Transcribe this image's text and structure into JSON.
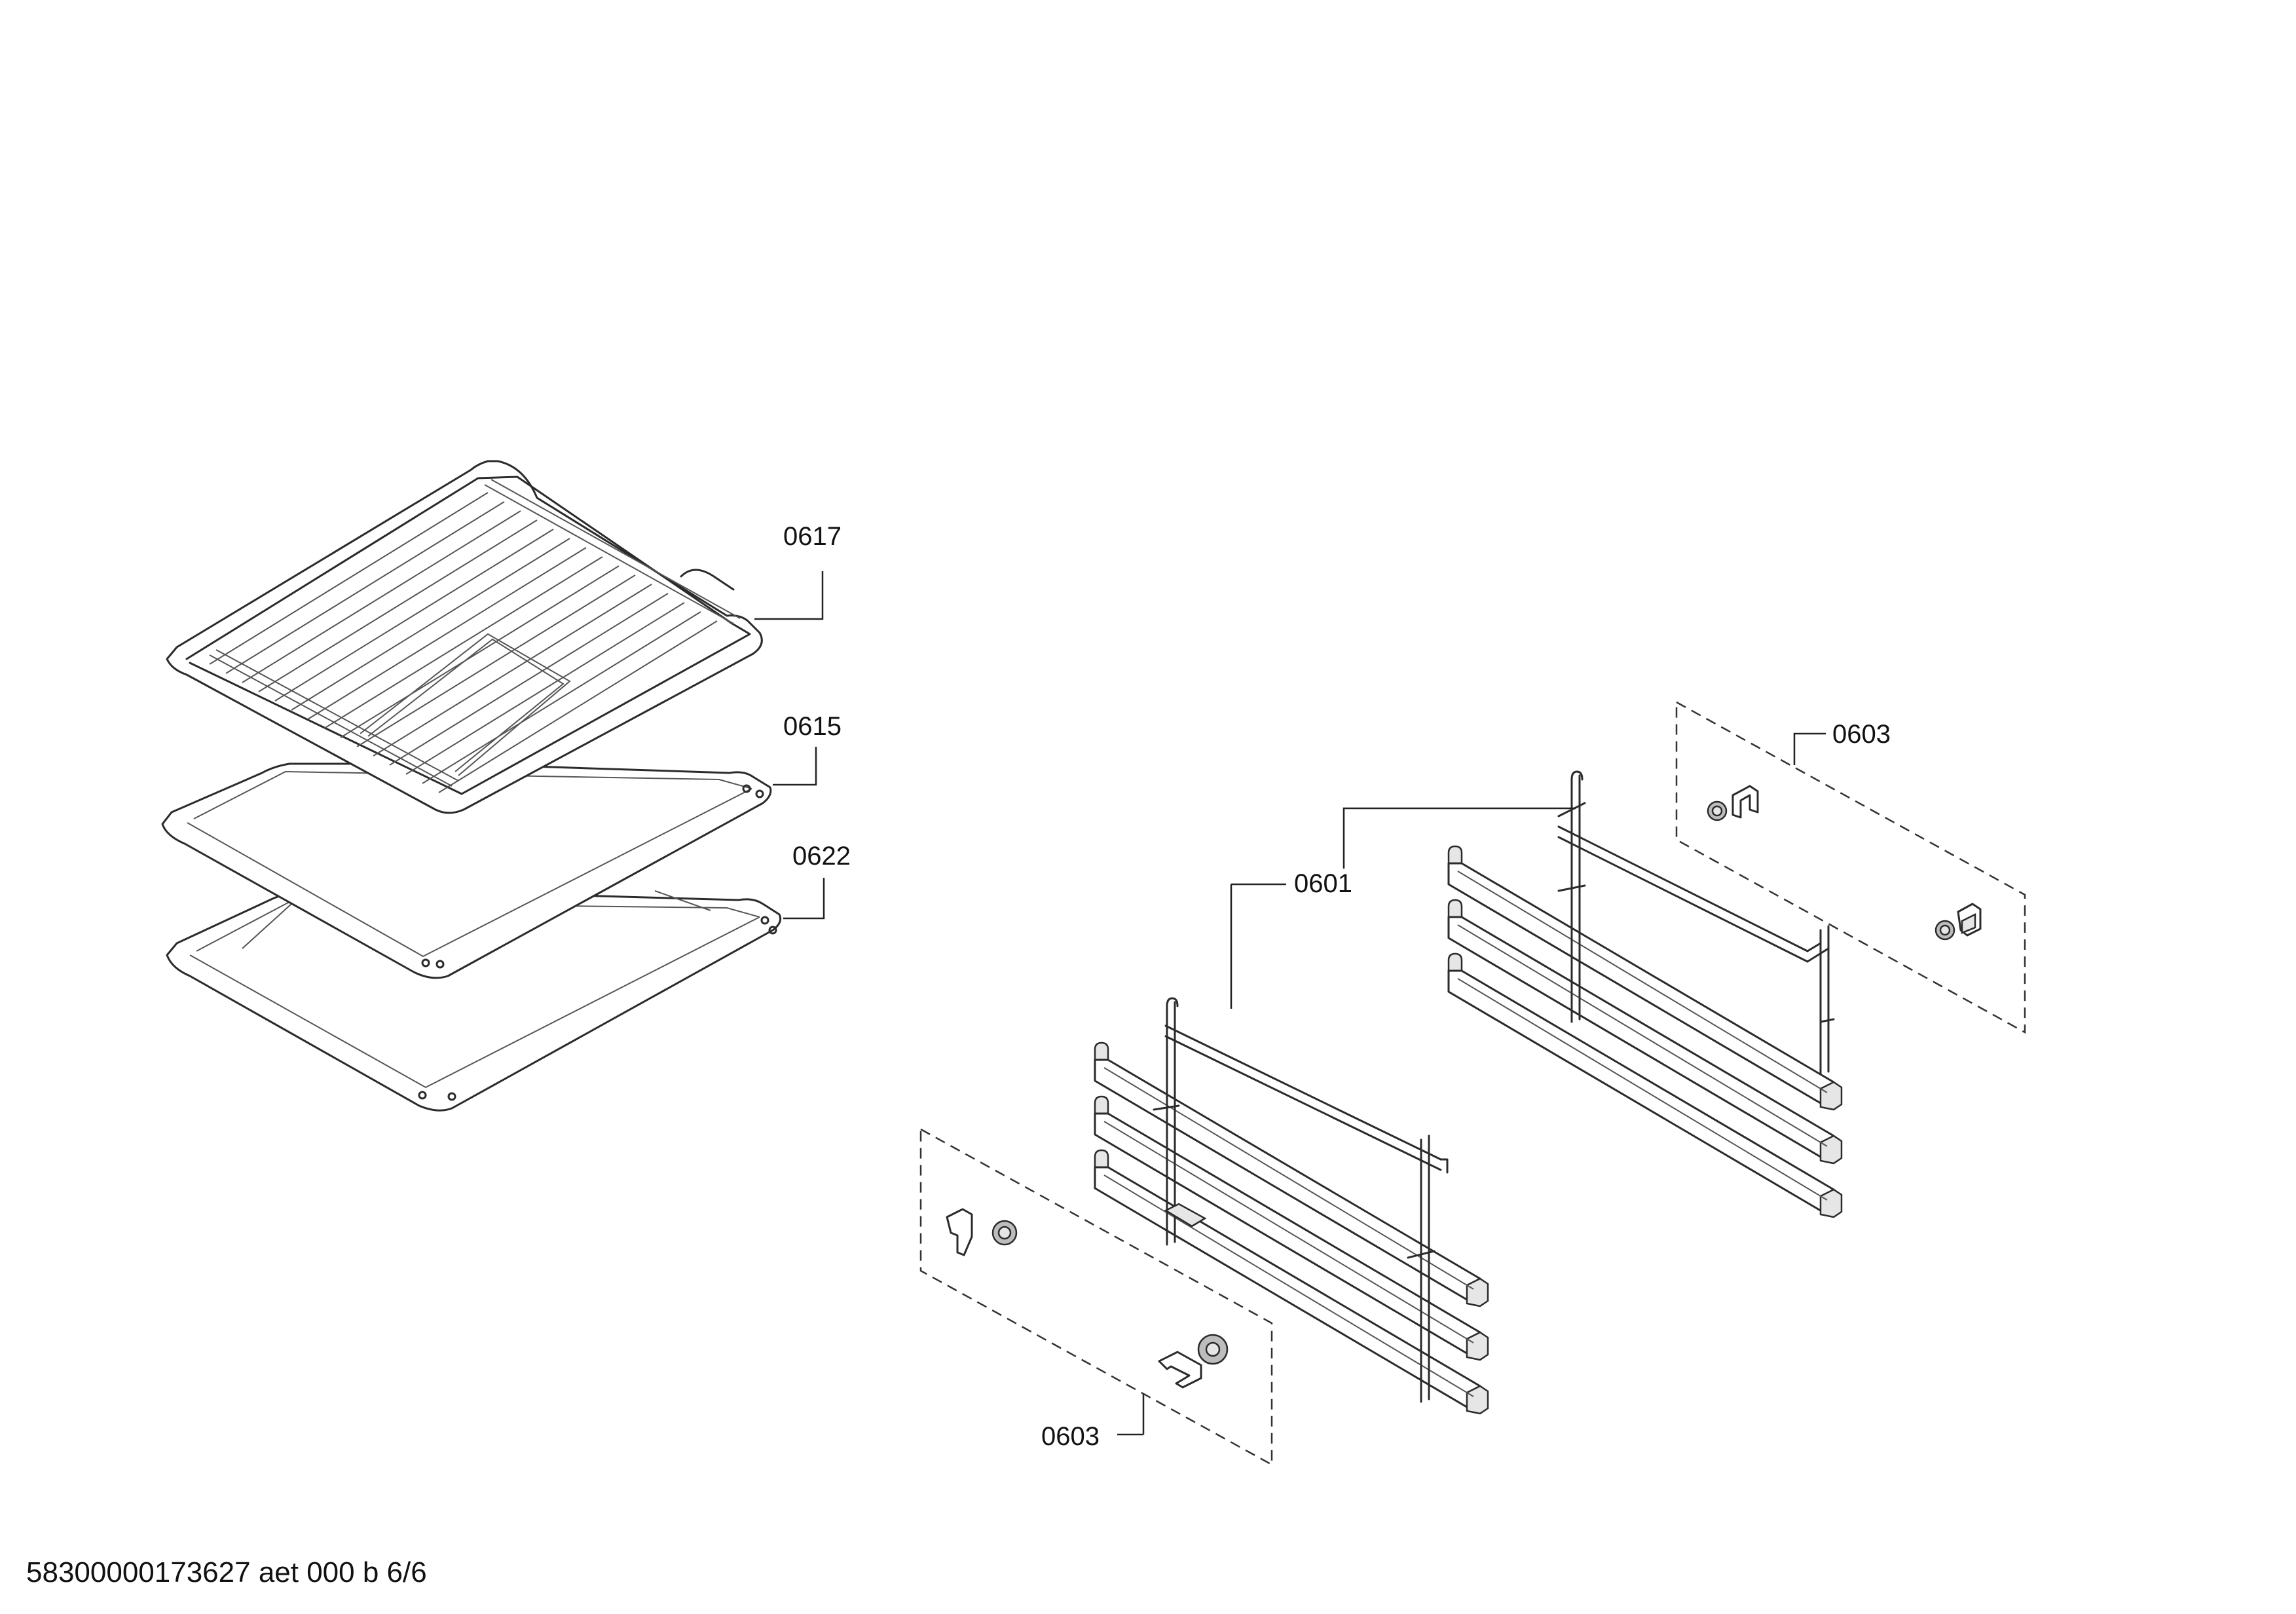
{
  "diagram": {
    "parts": [
      {
        "id": "0617",
        "label": "0617",
        "description_name": "wire-rack"
      },
      {
        "id": "0615",
        "label": "0615",
        "description_name": "baking-tray"
      },
      {
        "id": "0622",
        "label": "0622",
        "description_name": "deep-tray"
      },
      {
        "id": "0601-left",
        "label": "0601",
        "description_name": "shelf-rails-left"
      },
      {
        "id": "0601-right",
        "label": "0601",
        "description_name": "shelf-rails-right"
      },
      {
        "id": "0603-right",
        "label": "0603",
        "description_name": "clip-set-right"
      },
      {
        "id": "0603-left",
        "label": "0603",
        "description_name": "clip-set-left"
      }
    ]
  },
  "footer": {
    "text": "58300000173627 aet 000 b 6/6"
  }
}
